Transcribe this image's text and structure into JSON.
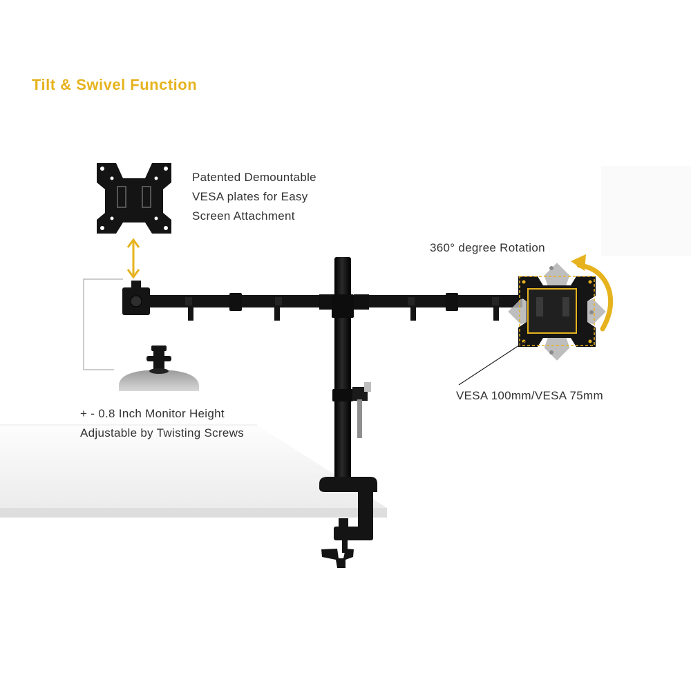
{
  "title": {
    "text": "Tilt & Swivel Function",
    "color": "#e6b31e"
  },
  "callouts": {
    "vesa_plates": {
      "lines": [
        "Patented Demountable",
        "VESA plates for Easy",
        "Screen Attachment"
      ]
    },
    "rotation": {
      "text": "360° degree Rotation"
    },
    "vesa_size": {
      "text": "VESA 100mm/VESA 75mm"
    },
    "height_adjust": {
      "lines": [
        "+ - 0.8 Inch Monitor Height",
        "Adjustable by Twisting Screws"
      ]
    }
  },
  "colors": {
    "mount_black": "#151515",
    "accent_yellow": "#e6b31e",
    "desk_white": "#f7f7f7",
    "desk_edge": "#dcdcdc",
    "text_gray": "#333333"
  }
}
